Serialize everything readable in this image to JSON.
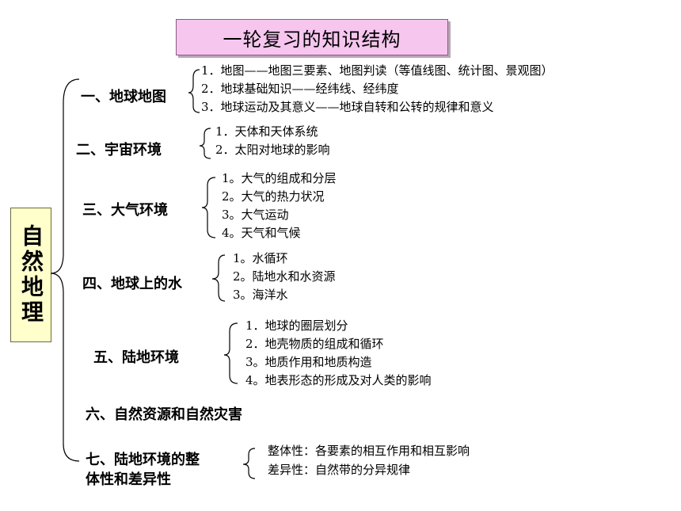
{
  "title": "一轮复习的知识结构",
  "root": "自然地理",
  "sections": [
    {
      "label": "一、地球地图",
      "items": [
        "1．地图——地图三要素、地图判读（等值线图、统计图、景观图）",
        "2．地球基础知识——经纬线、经纬度",
        "3．地球运动及其意义——地球自转和公转的规律和意义"
      ]
    },
    {
      "label": "二、宇宙环境",
      "items": [
        "1．天体和天体系统",
        "2．太阳对地球的影响"
      ]
    },
    {
      "label": "三、大气环境",
      "items": [
        "1。大气的组成和分层",
        "2。大气的热力状况",
        "3。大气运动",
        "4。天气和气候"
      ]
    },
    {
      "label": "四、地球上的水",
      "items": [
        "1。水循环",
        "2。陆地水和水资源",
        "3。海洋水"
      ]
    },
    {
      "label": "五、陆地环境",
      "items": [
        "1．地球的圈层划分",
        "2．地壳物质的组成和循环",
        "3。地质作用和地质构造",
        "4。地表形态的形成及对人类的影响"
      ]
    },
    {
      "label": "六、自然资源和自然灾害",
      "items": []
    },
    {
      "label_line1": "七、陆地环境的整",
      "label_line2": "体性和差异性",
      "items": [
        "整体性：各要素的相互作用和相互影响",
        "差异性：自然带的分异规律"
      ]
    }
  ]
}
